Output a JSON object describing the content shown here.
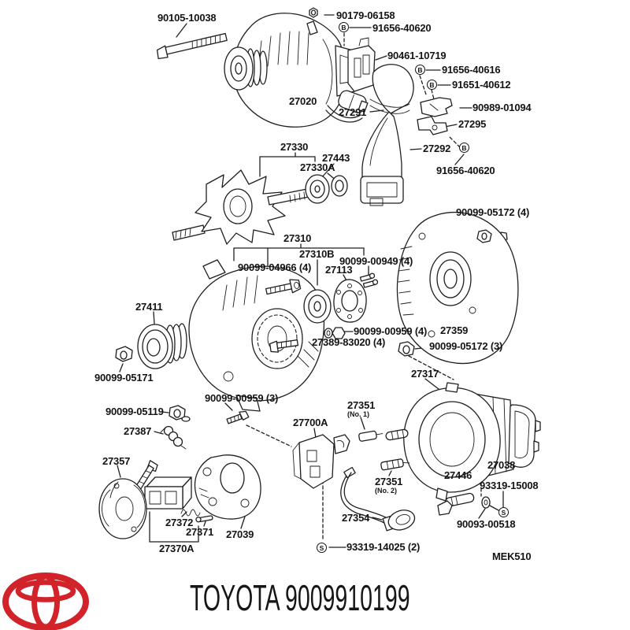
{
  "page": {
    "background": "#ffffff",
    "line_color": "#1f1f1f"
  },
  "diagram": {
    "drawing_code": "MEK510",
    "labels": [
      {
        "text": "90105-10038"
      },
      {
        "text": "90179-06158"
      },
      {
        "text": "91656-40620"
      },
      {
        "text": "90461-10719"
      },
      {
        "text": "91656-40616"
      },
      {
        "text": "91651-40612"
      },
      {
        "text": "90989-01094"
      },
      {
        "text": "27295"
      },
      {
        "text": "27292"
      },
      {
        "text": "91656-40620"
      },
      {
        "text": "27020"
      },
      {
        "text": "27291"
      },
      {
        "text": "27330"
      },
      {
        "text": "27443"
      },
      {
        "text": "27330A"
      },
      {
        "text": "27310"
      },
      {
        "text": "27310B"
      },
      {
        "text": "90099-00949 (4)"
      },
      {
        "text": "90099-04966 (4)"
      },
      {
        "text": "27113"
      },
      {
        "text": "90099-05172 (4)"
      },
      {
        "text": "27359"
      },
      {
        "text": "27411"
      },
      {
        "text": "90099-05171"
      },
      {
        "text": "90099-00959 (4)"
      },
      {
        "text": "27389-83020 (4)"
      },
      {
        "text": "90099-05172 (3)"
      },
      {
        "text": "27317"
      },
      {
        "text": "90099-00959 (3)"
      },
      {
        "text": "90099-05119"
      },
      {
        "text": "27387"
      },
      {
        "text": "27700A"
      },
      {
        "text": "27351",
        "sub": "(No. 1)"
      },
      {
        "text": "27357"
      },
      {
        "text": "27372"
      },
      {
        "text": "27371"
      },
      {
        "text": "27039"
      },
      {
        "text": "27370A"
      },
      {
        "text": "27351",
        "sub": "(No. 2)"
      },
      {
        "text": "27354"
      },
      {
        "text": "27446"
      },
      {
        "text": "27038"
      },
      {
        "text": "93319-15008"
      },
      {
        "text": "90093-00518"
      },
      {
        "text": "93319-14025 (2)"
      },
      {
        "text": "MEK510"
      }
    ],
    "markers": [
      {
        "letter": "B"
      },
      {
        "letter": "B"
      },
      {
        "letter": "B"
      },
      {
        "letter": "B"
      },
      {
        "letter": "S"
      },
      {
        "letter": "S"
      }
    ]
  },
  "footer": {
    "brand": "TOYOTA 9009910199",
    "logo": "toyota-logo",
    "logo_color": "#d2232a"
  }
}
